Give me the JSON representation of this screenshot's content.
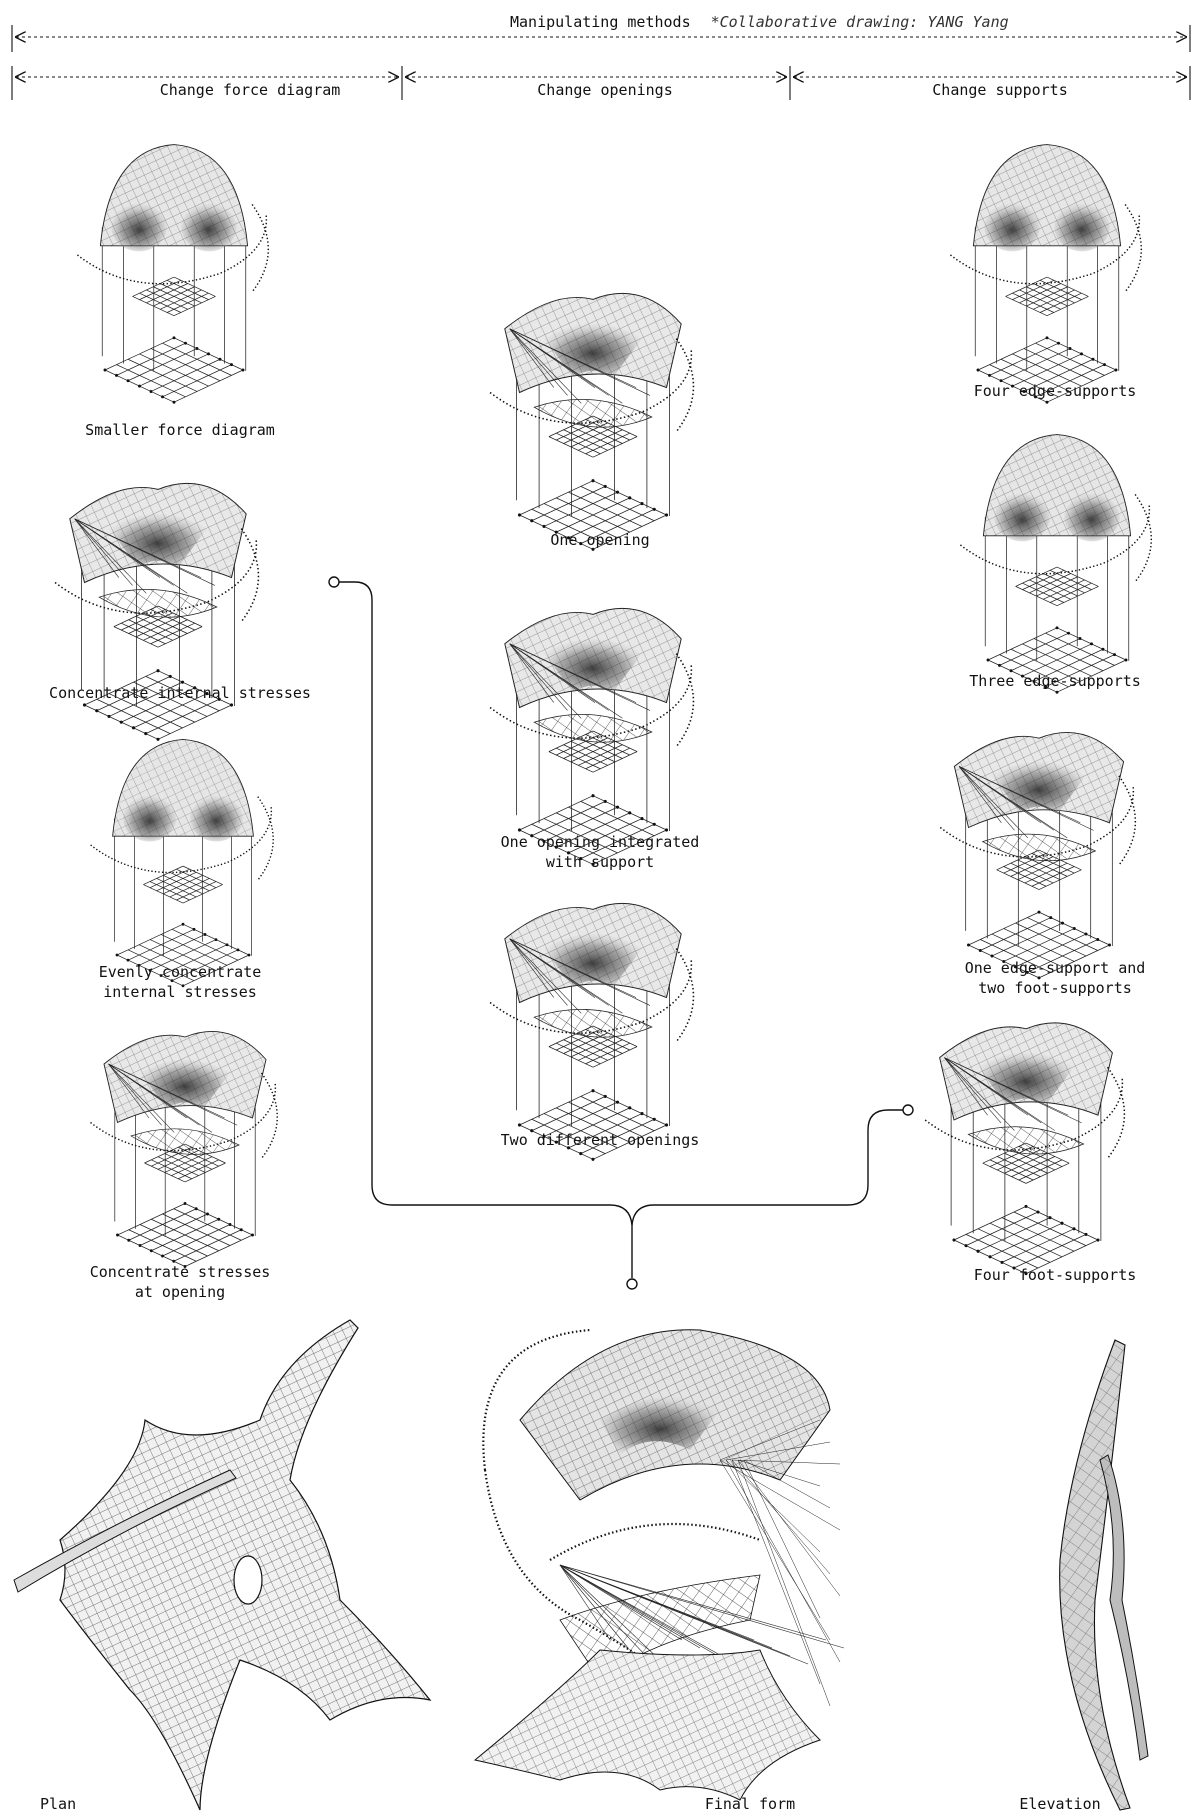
{
  "header": {
    "title": "Manipulating methods",
    "credit": "*Collaborative drawing: YANG Yang",
    "sections": [
      "Change force diagram",
      "Change openings",
      "Change supports"
    ]
  },
  "columns": {
    "force": [
      "Smaller force diagram",
      "Concentrate internal stresses",
      "Evenly concentrate\ninternal stresses",
      "Concentrate stresses\nat opening"
    ],
    "openings": [
      "One opening",
      "One opening integrated\nwith support",
      "Two different openings"
    ],
    "supports": [
      "Four edge-supports",
      "Three edge-supports",
      "One edge-support and\ntwo foot-supports",
      "Four foot-supports"
    ]
  },
  "bottom": {
    "plan": "Plan",
    "final": "Final form",
    "elevation": "Elevation"
  },
  "colors": {
    "ink": "#111111",
    "shade": "#6b6b6b",
    "light": "#d9d9d9"
  }
}
